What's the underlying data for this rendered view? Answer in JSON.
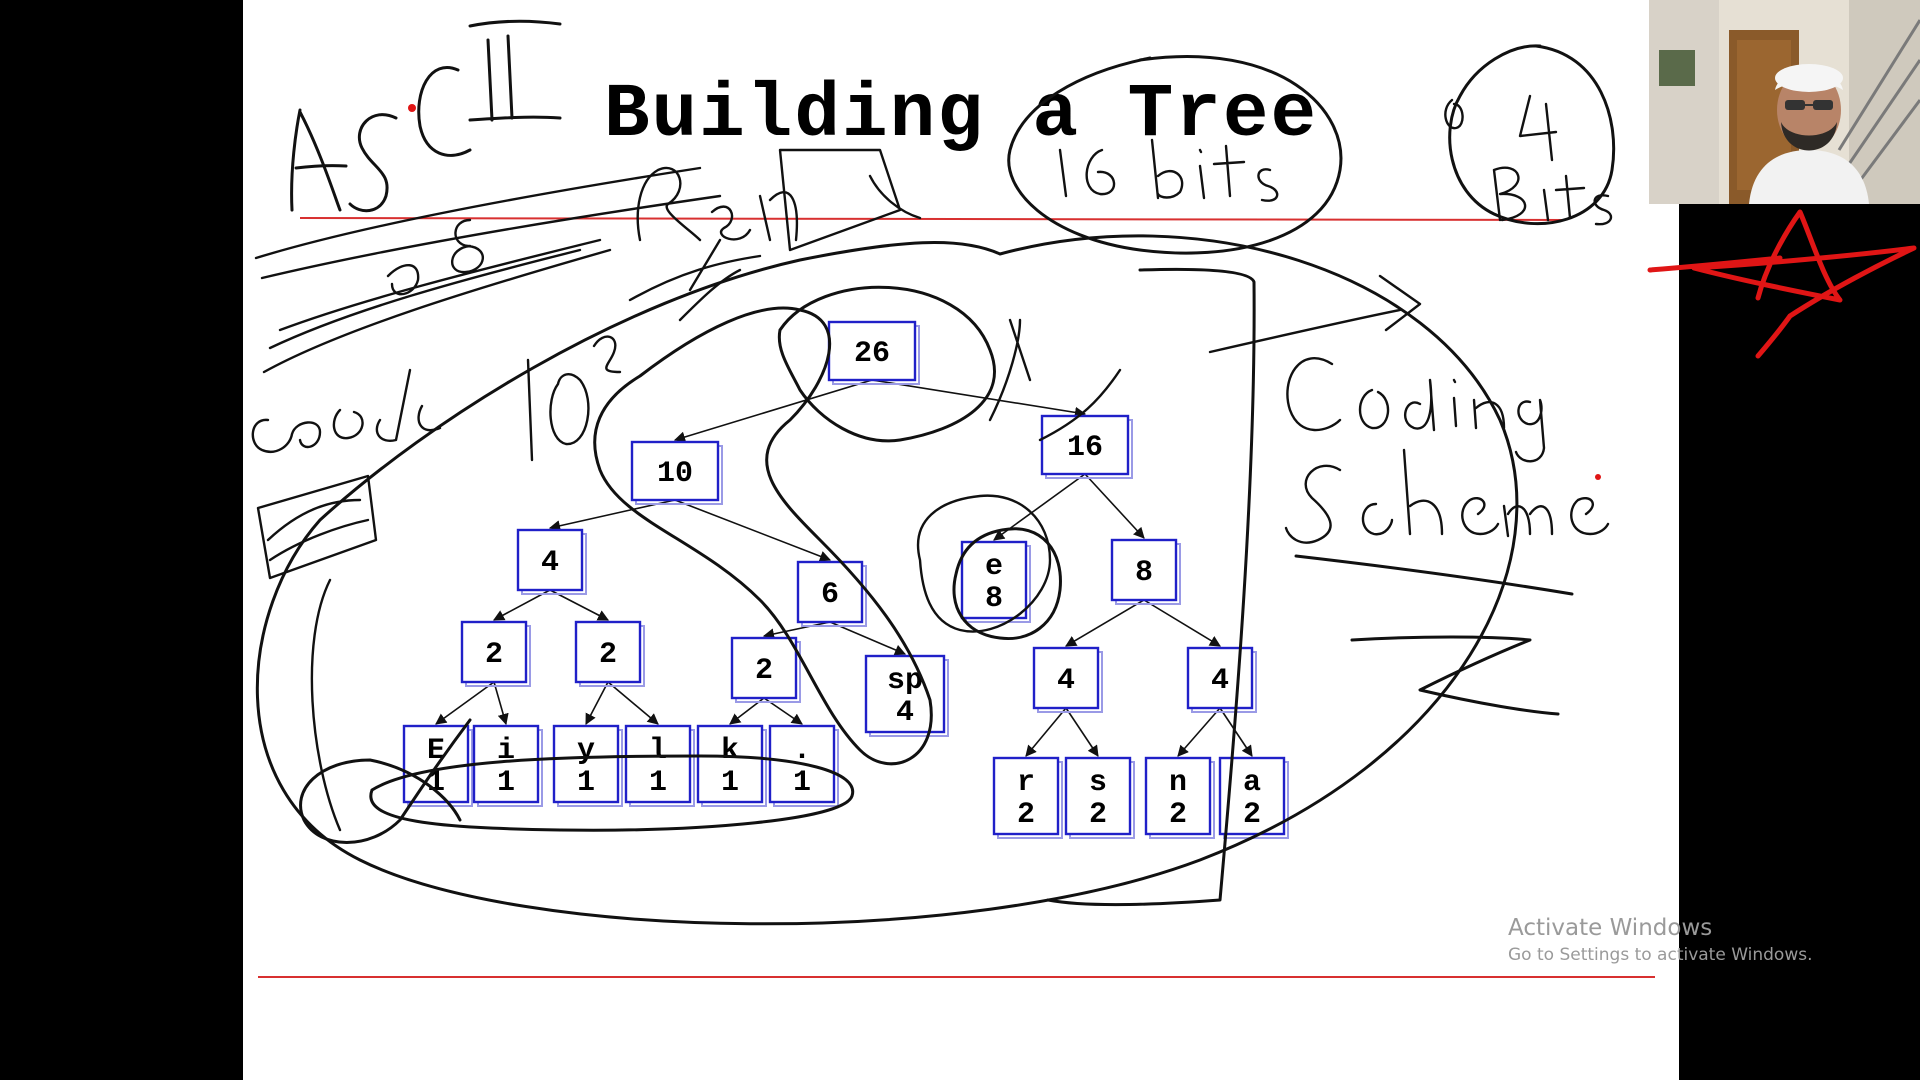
{
  "slide": {
    "title": "Building a Tree"
  },
  "tree": {
    "nodes": [
      {
        "id": "n26",
        "label": [
          "26"
        ]
      },
      {
        "id": "n10",
        "label": [
          "10"
        ]
      },
      {
        "id": "n16",
        "label": [
          "16"
        ]
      },
      {
        "id": "n4a",
        "label": [
          "4"
        ]
      },
      {
        "id": "n6",
        "label": [
          "6"
        ]
      },
      {
        "id": "ne8",
        "label": [
          "e",
          "8"
        ]
      },
      {
        "id": "n8",
        "label": [
          "8"
        ]
      },
      {
        "id": "n2a",
        "label": [
          "2"
        ]
      },
      {
        "id": "n2b",
        "label": [
          "2"
        ]
      },
      {
        "id": "n2c",
        "label": [
          "2"
        ]
      },
      {
        "id": "nsp4",
        "label": [
          "sp",
          "4"
        ]
      },
      {
        "id": "n4b",
        "label": [
          "4"
        ]
      },
      {
        "id": "n4c",
        "label": [
          "4"
        ]
      },
      {
        "id": "nE1",
        "label": [
          "E",
          "1"
        ]
      },
      {
        "id": "ni1",
        "label": [
          "i",
          "1"
        ]
      },
      {
        "id": "ny1",
        "label": [
          "y",
          "1"
        ]
      },
      {
        "id": "nl1",
        "label": [
          "l",
          "1"
        ]
      },
      {
        "id": "nk1",
        "label": [
          "k",
          "1"
        ]
      },
      {
        "id": "ndot1",
        "label": [
          ".",
          "1"
        ]
      },
      {
        "id": "nr2",
        "label": [
          "r",
          "2"
        ]
      },
      {
        "id": "ns2",
        "label": [
          "s",
          "2"
        ]
      },
      {
        "id": "nn2",
        "label": [
          "n",
          "2"
        ]
      },
      {
        "id": "na2",
        "label": [
          "a",
          "2"
        ]
      }
    ],
    "edges": [
      [
        "n26",
        "n10"
      ],
      [
        "n26",
        "n16"
      ],
      [
        "n10",
        "n4a"
      ],
      [
        "n10",
        "n6"
      ],
      [
        "n16",
        "ne8"
      ],
      [
        "n16",
        "n8"
      ],
      [
        "n4a",
        "n2a"
      ],
      [
        "n4a",
        "n2b"
      ],
      [
        "n6",
        "n2c"
      ],
      [
        "n6",
        "nsp4"
      ],
      [
        "n8",
        "n4b"
      ],
      [
        "n8",
        "n4c"
      ],
      [
        "n2a",
        "nE1"
      ],
      [
        "n2a",
        "ni1"
      ],
      [
        "n2b",
        "ny1"
      ],
      [
        "n2b",
        "nl1"
      ],
      [
        "n2c",
        "nk1"
      ],
      [
        "n2c",
        "ndot1"
      ],
      [
        "n4b",
        "nr2"
      ],
      [
        "n4b",
        "ns2"
      ],
      [
        "n4c",
        "nn2"
      ],
      [
        "n4c",
        "na2"
      ]
    ]
  },
  "watermark": {
    "title": "Activate Windows",
    "subtitle": "Go to Settings to activate Windows."
  },
  "colors": {
    "node_border": "#2020c8",
    "rule": "#d83030",
    "annotation_red": "#e01515"
  }
}
